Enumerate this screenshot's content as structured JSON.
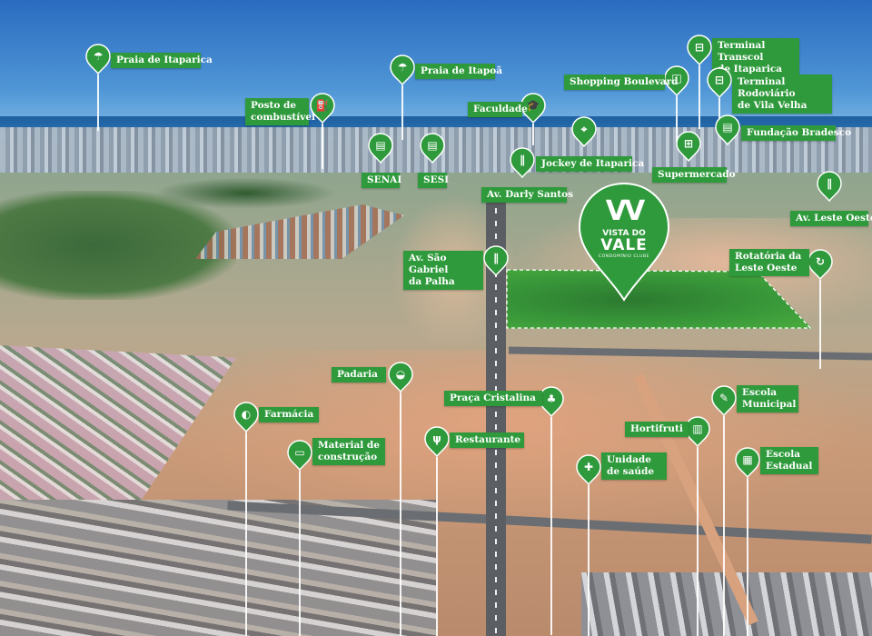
{
  "logo": {
    "mark": "VV",
    "line1": "VISTA DO",
    "line2": "VALE",
    "sub": "CONDOMÍNIO CLUBE"
  },
  "colors": {
    "pin": "#2f9a3c",
    "label_bg": "#2f9a3c",
    "plot_green": "#3a9a3a"
  },
  "places": [
    {
      "id": "praia-itaparica",
      "label": "Praia de Itaparica",
      "icon": "beach-icon"
    },
    {
      "id": "posto-combustivel",
      "label": "Posto de combustível",
      "icon": "fuel-icon"
    },
    {
      "id": "praia-itapoa",
      "label": "Praia de Itapoã",
      "icon": "beach-icon"
    },
    {
      "id": "faculdade",
      "label": "Faculdade",
      "icon": "graduation-cap-icon"
    },
    {
      "id": "senai",
      "label": "SENAI",
      "icon": "classroom-icon"
    },
    {
      "id": "sesi",
      "label": "SESI",
      "icon": "classroom-icon"
    },
    {
      "id": "shopping-boulevard",
      "label": "Shopping Boulevard",
      "icon": "shopping-bag-icon"
    },
    {
      "id": "terminal-transcol",
      "label": "Terminal Transcol de Itaparica",
      "icon": "bus-icon"
    },
    {
      "id": "terminal-rodoviario",
      "label": "Terminal Rodoviário de Vila Velha",
      "icon": "bus-icon"
    },
    {
      "id": "fundacao-bradesco",
      "label": "Fundação Bradesco",
      "icon": "classroom-icon"
    },
    {
      "id": "map-marker",
      "label": "",
      "icon": "map-location-icon"
    },
    {
      "id": "supermercado",
      "label": "Supermercado",
      "icon": "shopping-cart-icon"
    },
    {
      "id": "jockey-itaparica",
      "label": "Jockey de Itaparica",
      "icon": "road-icon"
    },
    {
      "id": "av-darly-santos",
      "label": "Av. Darly Santos",
      "icon": ""
    },
    {
      "id": "av-leste-oeste",
      "label": "Av. Leste Oeste",
      "icon": "road-icon"
    },
    {
      "id": "av-sao-gabriel",
      "label": "Av. São Gabriel da Palha",
      "icon": "road-icon"
    },
    {
      "id": "rotatoria",
      "label": "Rotatória da Leste Oeste",
      "icon": "roundabout-icon"
    },
    {
      "id": "padaria",
      "label": "Padaria",
      "icon": "bread-icon"
    },
    {
      "id": "praca-cristalina",
      "label": "Praça Cristalina",
      "icon": "tree-icon"
    },
    {
      "id": "farmacia",
      "label": "Farmácia",
      "icon": "pill-icon"
    },
    {
      "id": "material-construcao",
      "label": "Material de construção",
      "icon": "paint-roller-icon"
    },
    {
      "id": "restaurante",
      "label": "Restaurante",
      "icon": "cutlery-icon"
    },
    {
      "id": "hortifruti",
      "label": "Hortifruti",
      "icon": "produce-basket-icon"
    },
    {
      "id": "escola-municipal",
      "label": "Escola Municipal",
      "icon": "pencil-ruler-icon"
    },
    {
      "id": "unidade-saude",
      "label": "Unidade de saúde",
      "icon": "health-cross-icon"
    },
    {
      "id": "escola-estadual",
      "label": "Escola Estadual",
      "icon": "abc-board-icon"
    }
  ]
}
